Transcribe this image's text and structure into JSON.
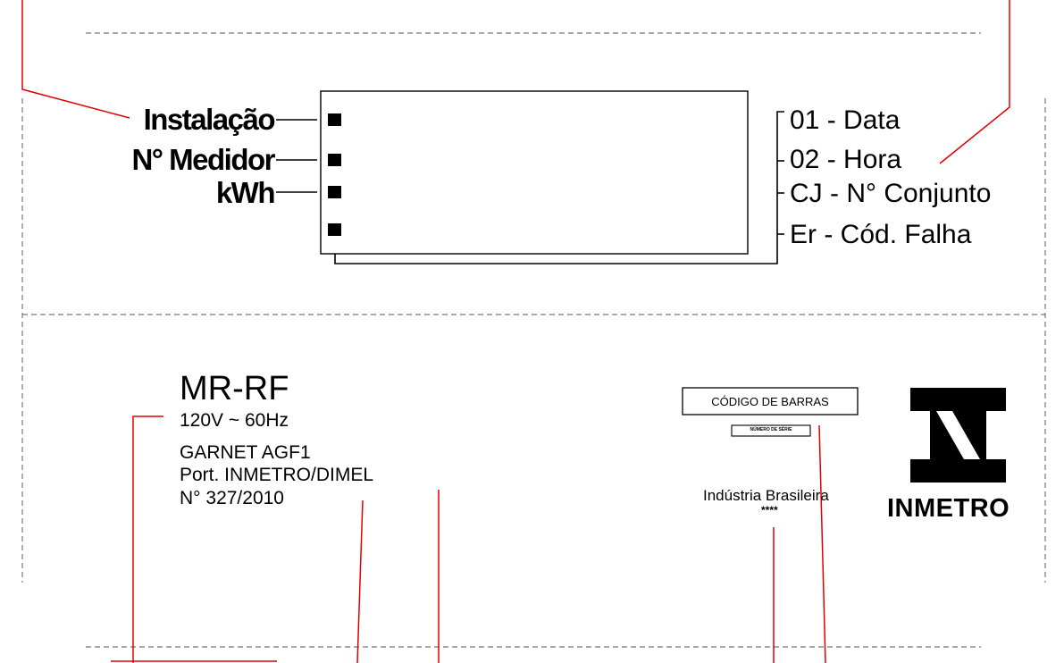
{
  "display_labels_left": [
    "Instalação",
    "N° Medidor",
    "kWh"
  ],
  "display_codes_right": [
    "01 - Data",
    "02 - Hora",
    "CJ - N° Conjunto",
    "Er - Cód. Falha"
  ],
  "model": "MR-RF",
  "specs": [
    "120V ~ 60Hz",
    "GARNET AGF1",
    "Port. INMETRO/DIMEL",
    "N° 327/2010"
  ],
  "barcode_label": "CÓDIGO DE BARRAS",
  "serial_label": "NÚMERO DE SÉRIE",
  "origin": "Indústria Brasileira",
  "origin_mark": "****",
  "logo_text": "INMETRO",
  "colors": {
    "ink": "#000000",
    "leader_line": "#e00000",
    "cut_line": "#777777"
  },
  "icons": [
    "indicator-square-icon",
    "inmetro-logo-icon"
  ]
}
